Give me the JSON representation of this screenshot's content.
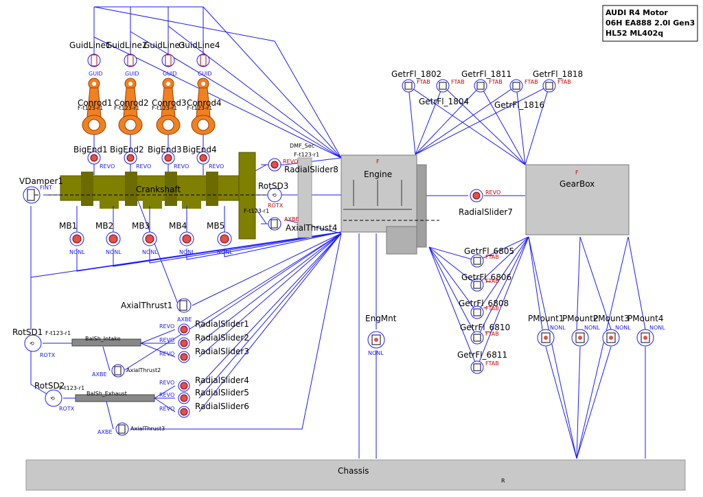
{
  "title_box": {
    "line1": "AUDI R4 Motor",
    "line2": "06H EA888 2.0l Gen3",
    "line3": "HL52 ML402q"
  },
  "blocks": {
    "engine": "Engine",
    "engine_mark": "F",
    "gearbox": "GearBox",
    "gearbox_mark": "F",
    "chassis": "Chassis",
    "chassis_mark": "R",
    "crankshaft": "Crankshaft",
    "dmf": "DMF_Sec",
    "dmf_tag": "F-t123-r1"
  },
  "guidlines": [
    "GuidLine1",
    "GuidLine2",
    "GuidLine3",
    "GuidLine4"
  ],
  "guid_tag": "GUID",
  "conrods": [
    "Conrod1",
    "Conrod2",
    "Conrod3",
    "Conrod4"
  ],
  "conrod_tag": "F-t123-r1",
  "bigends": [
    "BigEnd1",
    "BigEnd2",
    "BigEnd3",
    "BigEnd4"
  ],
  "revo_tag": "REVO",
  "mainbearings": [
    "MB1",
    "MB2",
    "MB3",
    "MB4",
    "MB5"
  ],
  "nonl_tag": "NONL",
  "vdamper": {
    "label": "VDamper1",
    "tag": "FINT"
  },
  "crank_tag": "F-t123-r1",
  "rotsd3": {
    "label": "RotSD3",
    "tag": "ROTX"
  },
  "radialslider8": "RadialSlider8",
  "axialthrust4": {
    "label": "AxialThrust4",
    "tag": "AXBE"
  },
  "radialslider7": "RadialSlider7",
  "axialthrust1": {
    "label": "AxialThrust1",
    "tag": "AXBE"
  },
  "rotsd1": {
    "label": "RotSD1",
    "tag": "ROTX",
    "ftag": "F-t123-r1"
  },
  "rotsd2": {
    "label": "RotSD2",
    "tag": "ROTX",
    "ftag": "F-t123-r1"
  },
  "balsh_intake": "BalSh_Intake",
  "balsh_exhaust": "BalSh_Exhaust",
  "axialthrust2": {
    "label": "AxialThrust2",
    "tag": "AXBE"
  },
  "axialthrust3": {
    "label": "AxialThrust3",
    "tag": "AXBE"
  },
  "radialsliders": [
    "RadialSlider1",
    "RadialSlider2",
    "RadialSlider3",
    "RadialSlider4",
    "RadialSlider5",
    "RadialSlider6"
  ],
  "engmnt": {
    "label": "EngMnt",
    "tag": "NONL"
  },
  "pmounts": [
    "PMount1",
    "PMount2",
    "PMount3",
    "PMount4"
  ],
  "getr_top": [
    "GetrFl_1802",
    "GetrFl_1804",
    "GetrFl_1811",
    "GetrFl_1816",
    "GetrFl_1818"
  ],
  "getr_right": [
    "GetrFl_6805",
    "GetrFl_6806",
    "GetrFl_6808",
    "GetrFl_6810",
    "GetrFl_6811"
  ],
  "ftab_tag": "FTAB"
}
